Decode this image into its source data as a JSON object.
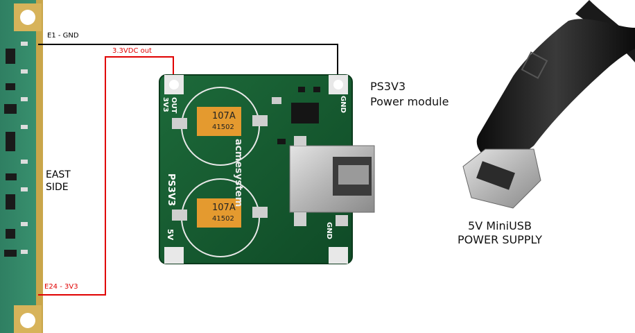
{
  "wires": {
    "gnd_label": "E1 - GND",
    "vout_label": "3.3VDC out",
    "v3_label": "E24 - 3V3",
    "gnd_color": "#000000",
    "power_color": "#e00000"
  },
  "board": {
    "side_label_line1": "EAST",
    "side_label_line2": "SIDE"
  },
  "module": {
    "title_line1": "PS3V3",
    "title_line2": "Power module",
    "silk": {
      "out_pin_a": "3V3",
      "out_pin_b": "OUT",
      "gnd_top": "GND",
      "gnd_bottom": "GND",
      "in_pin": "5V",
      "name": "PS3V3",
      "brand": "acmesystem",
      "cap_value": "107A",
      "cap_code": "41502"
    }
  },
  "supply": {
    "line1": "5V MiniUSB",
    "line2": "POWER SUPPLY"
  }
}
